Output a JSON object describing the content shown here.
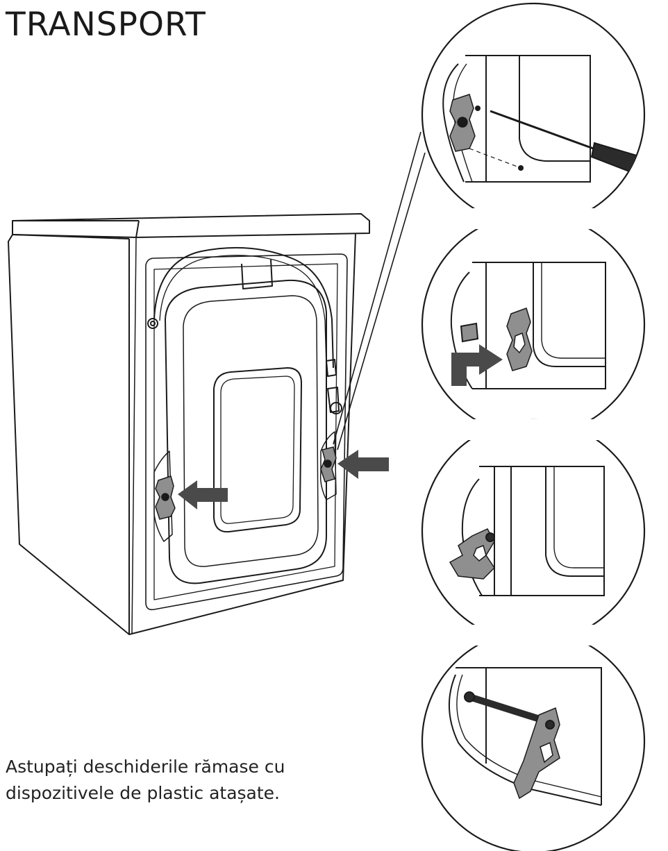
{
  "page": {
    "title": "TRANSPORT",
    "caption_lines": [
      "Astupați deschiderile rămase cu",
      "dispozitivele de plastic atașate."
    ]
  },
  "illustration": {
    "icons": [
      "washing-machine-rear-icon",
      "screwdriver-icon",
      "arrow-icon",
      "transport-bracket-icon",
      "transport-bolt-icon"
    ],
    "colors": {
      "line": "#1a1a1a",
      "arrow": "#4a4a4a",
      "bracket": "#8f8f8f",
      "screwdriver_handle": "#2b2b2b"
    }
  }
}
